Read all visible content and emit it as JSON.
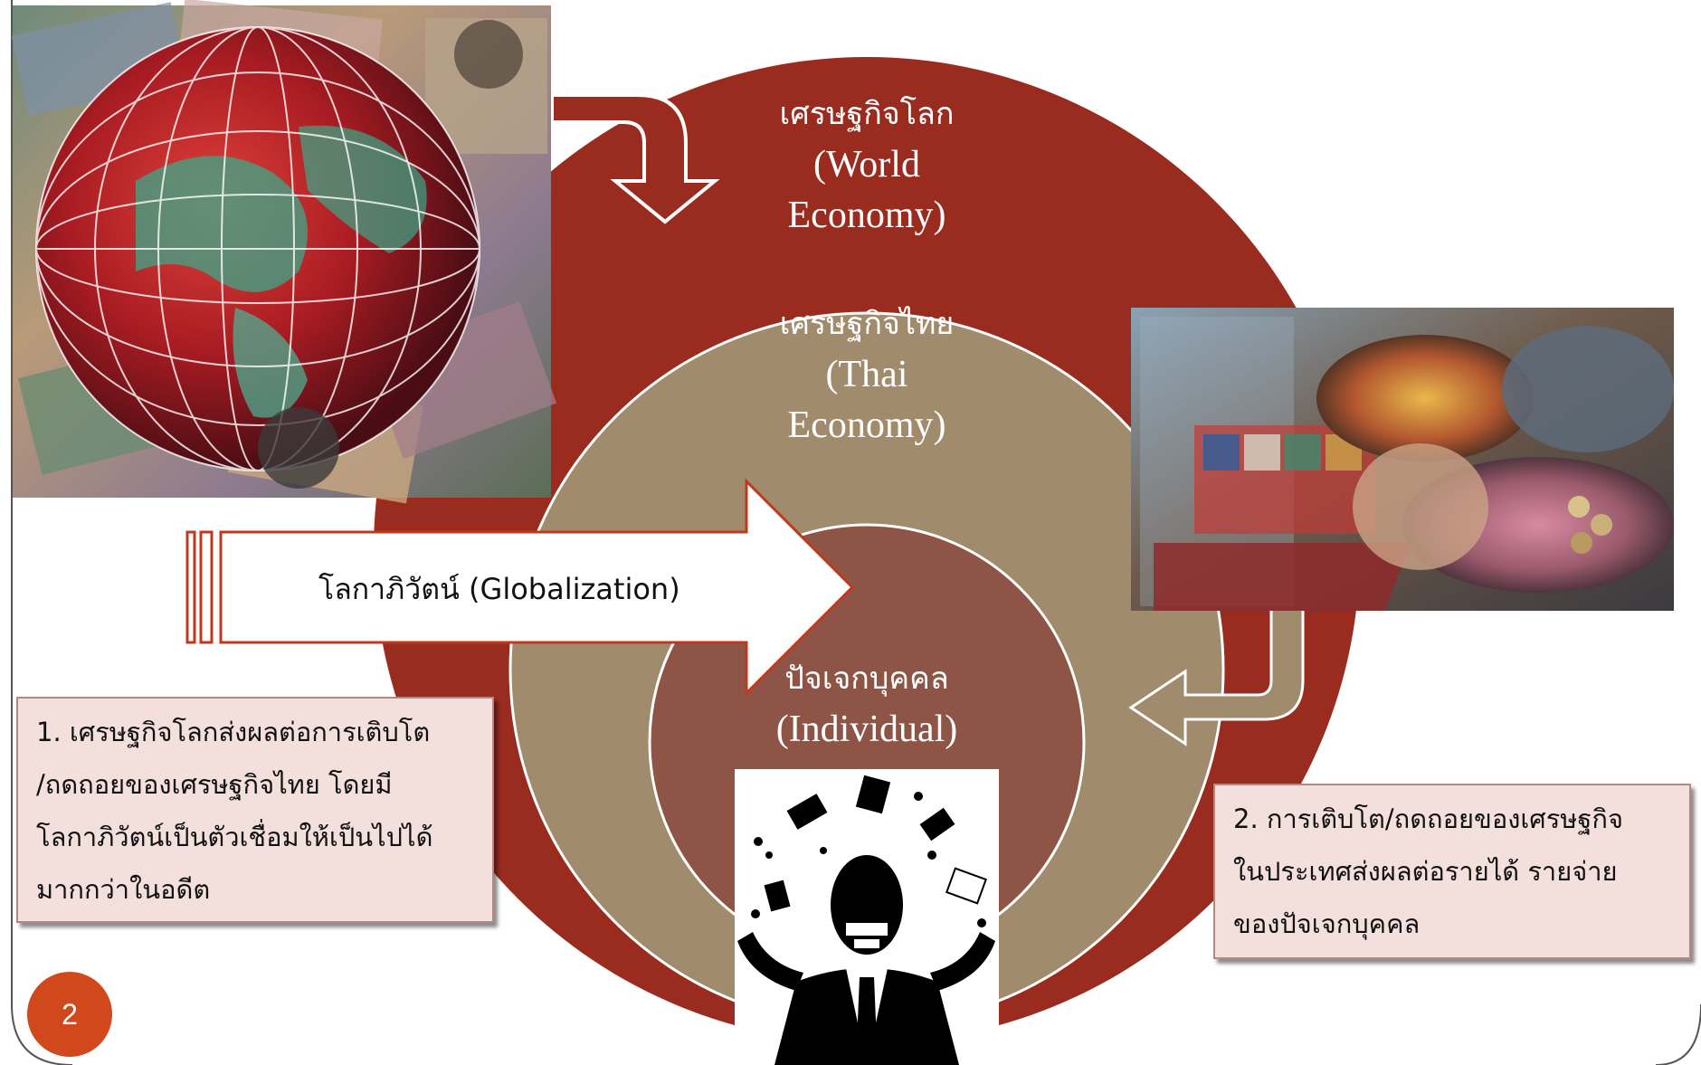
{
  "circles": {
    "world": {
      "thai": "เศรษฐกิจโลก",
      "line1": "(World",
      "line2": "Economy)",
      "color": "#9a2b1f"
    },
    "thai": {
      "thai": "เศรษฐกิจไทย",
      "line1": "(Thai",
      "line2": "Economy)",
      "color": "#a08b6c"
    },
    "individual": {
      "thai": "ปัจเจกบุคคล",
      "line1": "(Individual)",
      "color": "#8e5446"
    }
  },
  "globalization_arrow": {
    "label": "โลกาภิวัตน์ (Globalization)"
  },
  "notes": {
    "left": {
      "lines": [
        "1. เศรษฐกิจโลกส่งผลต่อการเติบโต",
        "/ถดถอยของเศรษฐกิจไทย โดยมี",
        "โลกาภิวัตน์เป็นตัวเชื่อมให้เป็นไปได้",
        "มากกว่าในอดีต"
      ]
    },
    "right": {
      "lines": [
        "2. การเติบโต/ถดถอยของเศรษฐกิจ",
        "ในประเทศส่งผลต่อรายได้ รายจ่าย",
        "ของปัจเจกบุคคล"
      ]
    }
  },
  "images": {
    "banknotes_globe": "money-globe-image",
    "trade_market": "trade-market-collage-image",
    "juggling_man": "juggling-businessman-clipart"
  },
  "slide_number": "2",
  "colors": {
    "accent_orange": "#d1481d",
    "note_fill": "#f3dfdc",
    "note_border": "#b8867f"
  }
}
